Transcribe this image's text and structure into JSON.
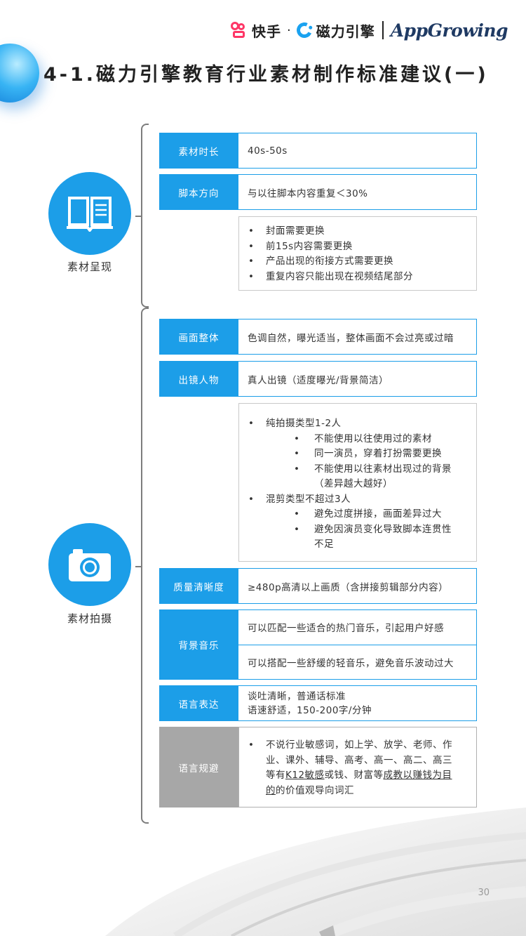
{
  "header": {
    "logo_kuaishou": "快手",
    "separator": "·",
    "logo_cili": "磁力引擎",
    "logo_appgrowing": "AppGrowing"
  },
  "page_title": "4-1.磁力引擎教育行业素材制作标准建议(一)",
  "section_presentation": {
    "label": "素材呈现",
    "icon": "book-icon",
    "rows": [
      {
        "label": "素材时长",
        "value": "40s-50s"
      },
      {
        "label": "脚本方向",
        "value": "与以往脚本内容重复＜30%"
      }
    ],
    "notes": [
      "封面需要更换",
      "前15s内容需要更换",
      "产品出现的衔接方式需要更换",
      "重复内容只能出现在视频结尾部分"
    ]
  },
  "section_shooting": {
    "label": "素材拍摄",
    "icon": "camera-icon",
    "rows": [
      {
        "label": "画面整体",
        "value": "色调自然，曝光适当，整体画面不会过亮或过暗"
      },
      {
        "label": "出镜人物",
        "value": "真人出镜（适度曝光/背景简洁）"
      }
    ],
    "notes": {
      "item1": "纯拍摄类型1-2人",
      "item1_subs": [
        "不能使用以往使用过的素材",
        "同一演员，穿着打扮需要更换",
        "不能使用以往素材出现过的背景"
      ],
      "item1_sub3_cont": "（差异越大越好）",
      "item2": "混剪类型不超过3人",
      "item2_subs": [
        "避免过度拼接，画面差异过大",
        "避免因演员变化导致脚本连贯性"
      ],
      "item2_sub2_cont": "不足"
    },
    "quality": {
      "label": "质量清晰度",
      "value": "≥480p高清以上画质（含拼接剪辑部分内容）"
    },
    "music": {
      "label": "背景音乐",
      "values": [
        "可以匹配一些适合的热门音乐，引起用户好感",
        "可以搭配一些舒缓的轻音乐，避免音乐波动过大"
      ]
    },
    "language": {
      "label": "语言表达",
      "values": [
        "谈吐清晰，普通话标准",
        "语速舒适，150-200字/分钟"
      ]
    },
    "avoid": {
      "label": "语言规避",
      "line1": "不说行业敏感词，如上学、放学、老师、作",
      "line2": "业、课外、辅导、高考、高一、高二、高三",
      "line3_a": "等有",
      "line3_u1": "K12敏感",
      "line3_b": "或钱、财富等",
      "line3_u2": "成教以赚钱为目",
      "line4_u": "的",
      "line4_rest": "的价值观导向词汇"
    }
  },
  "page_number": "30",
  "colors": {
    "accent": "#1c9ee8",
    "gray_label": "#a7a7a7"
  }
}
